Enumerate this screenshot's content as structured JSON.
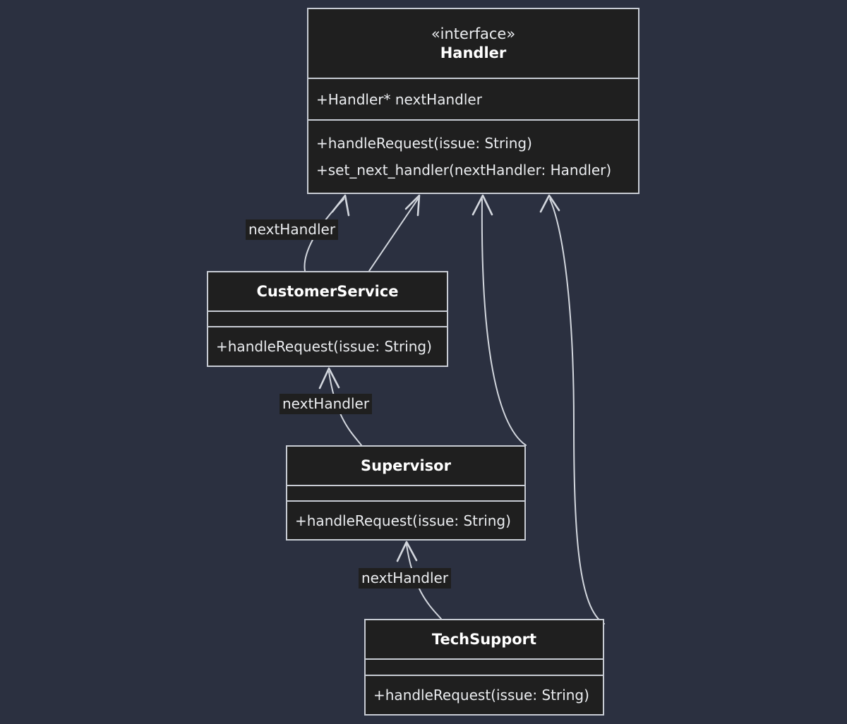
{
  "diagram": {
    "title": "Chain of Responsibility UML class diagram",
    "type": "uml-class-diagram",
    "colors": {
      "background": "#2b3040",
      "class_fill": "#1f1f1f",
      "border": "#c8ccd4",
      "text": "#ebedf0",
      "edge": "#d3d7de"
    }
  },
  "classes": [
    {
      "id": "handler",
      "stereotype": "«interface»",
      "name": "Handler",
      "attributes": [
        "+Handler* nextHandler"
      ],
      "methods": [
        "+handleRequest(issue: String)",
        "+set_next_handler(nextHandler: Handler)"
      ]
    },
    {
      "id": "customer-service",
      "stereotype": "",
      "name": "CustomerService",
      "attributes": [],
      "methods": [
        "+handleRequest(issue: String)"
      ]
    },
    {
      "id": "supervisor",
      "stereotype": "",
      "name": "Supervisor",
      "attributes": [],
      "methods": [
        "+handleRequest(issue: String)"
      ]
    },
    {
      "id": "tech-support",
      "stereotype": "",
      "name": "TechSupport",
      "attributes": [],
      "methods": [
        "+handleRequest(issue: String)"
      ]
    }
  ],
  "edge_labels": [
    {
      "id": "label-1",
      "text": "nextHandler"
    },
    {
      "id": "label-2",
      "text": "nextHandler"
    },
    {
      "id": "label-3",
      "text": "nextHandler"
    }
  ],
  "relationships": [
    {
      "from": "customer-service",
      "to": "handler",
      "label": "nextHandler",
      "kind": "association"
    },
    {
      "from": "customer-service",
      "to": "handler",
      "label": "",
      "kind": "realization"
    },
    {
      "from": "supervisor",
      "to": "handler",
      "label": "",
      "kind": "realization"
    },
    {
      "from": "tech-support",
      "to": "handler",
      "label": "",
      "kind": "realization"
    },
    {
      "from": "supervisor",
      "to": "customer-service",
      "label": "nextHandler",
      "kind": "association"
    },
    {
      "from": "tech-support",
      "to": "supervisor",
      "label": "nextHandler",
      "kind": "association"
    }
  ]
}
